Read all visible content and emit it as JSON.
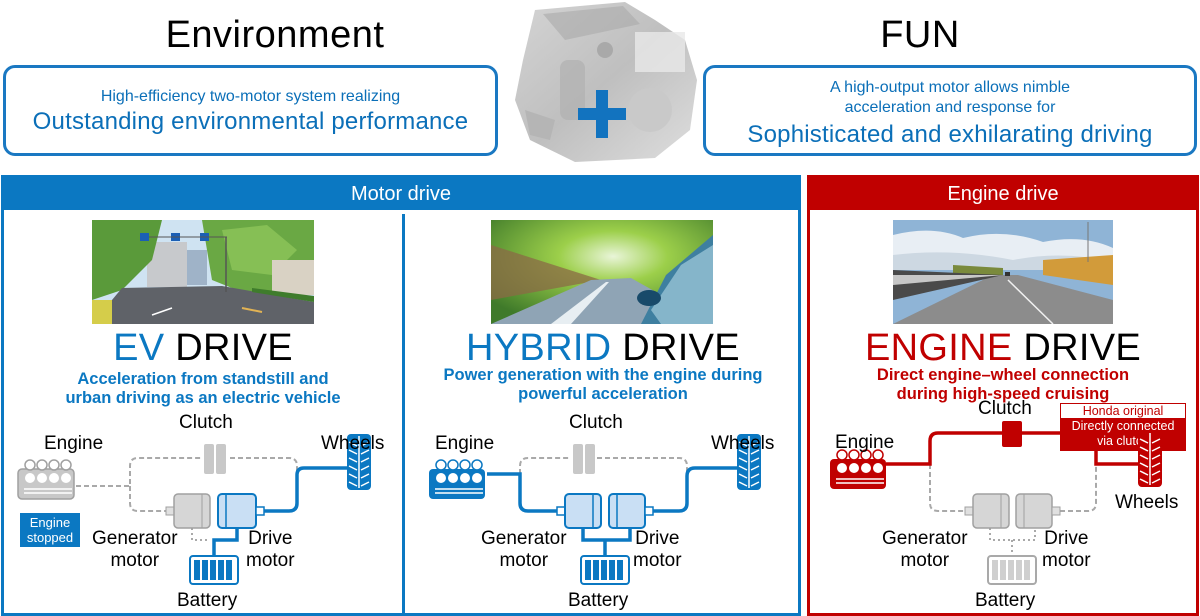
{
  "top": {
    "left_heading": "Environment",
    "left_box": {
      "line1": "High-efficiency two-motor system realizing",
      "line2": "Outstanding environmental performance"
    },
    "center_image": "two-motor hybrid powertrain unit",
    "right_heading": "FUN",
    "right_box": {
      "line1": "A high-output motor allows nimble",
      "line2": "acceleration and response for",
      "line3": "Sophisticated and exhilarating driving"
    }
  },
  "colors": {
    "motor_blue": "#0b78c2",
    "engine_red": "#c00000",
    "inactive_gray": "#c8c8c8"
  },
  "panels": {
    "motor": {
      "header": "Motor drive",
      "modes": [
        {
          "title_accent": "EV",
          "title_rest": " DRIVE",
          "desc_line1": "Acceleration from standstill and",
          "desc_line2": "urban driving as an electric vehicle",
          "photo": "city street with trees",
          "labels": {
            "clutch": "Clutch",
            "engine": "Engine",
            "wheels": "Wheels",
            "generator_1": "Generator",
            "generator_2": "motor",
            "drive_1": "Drive",
            "drive_2": "motor",
            "battery": "Battery"
          },
          "badge_line1": "Engine",
          "badge_line2": "stopped"
        },
        {
          "title_accent": "HYBRID",
          "title_rest": " DRIVE",
          "desc_line1": "Power generation with the engine during",
          "desc_line2": "powerful acceleration",
          "photo": "motion-blurred road from car window",
          "labels": {
            "clutch": "Clutch",
            "engine": "Engine",
            "wheels": "Wheels",
            "generator_1": "Generator",
            "generator_2": "motor",
            "drive_1": "Drive",
            "drive_2": "motor",
            "battery": "Battery"
          }
        }
      ]
    },
    "engine": {
      "header": "Engine drive",
      "mode": {
        "title_accent": "ENGINE",
        "title_rest": " DRIVE",
        "desc_line1": "Direct engine–wheel connection",
        "desc_line2": "during high-speed cruising",
        "photo": "highway with guardrail",
        "labels": {
          "clutch": "Clutch",
          "engine": "Engine",
          "wheels": "Wheels",
          "generator_1": "Generator",
          "generator_2": "motor",
          "drive_1": "Drive",
          "drive_2": "motor",
          "battery": "Battery"
        },
        "note_top": "Honda original",
        "note_line1": "Directly connected",
        "note_line2": "via clutch"
      }
    }
  }
}
